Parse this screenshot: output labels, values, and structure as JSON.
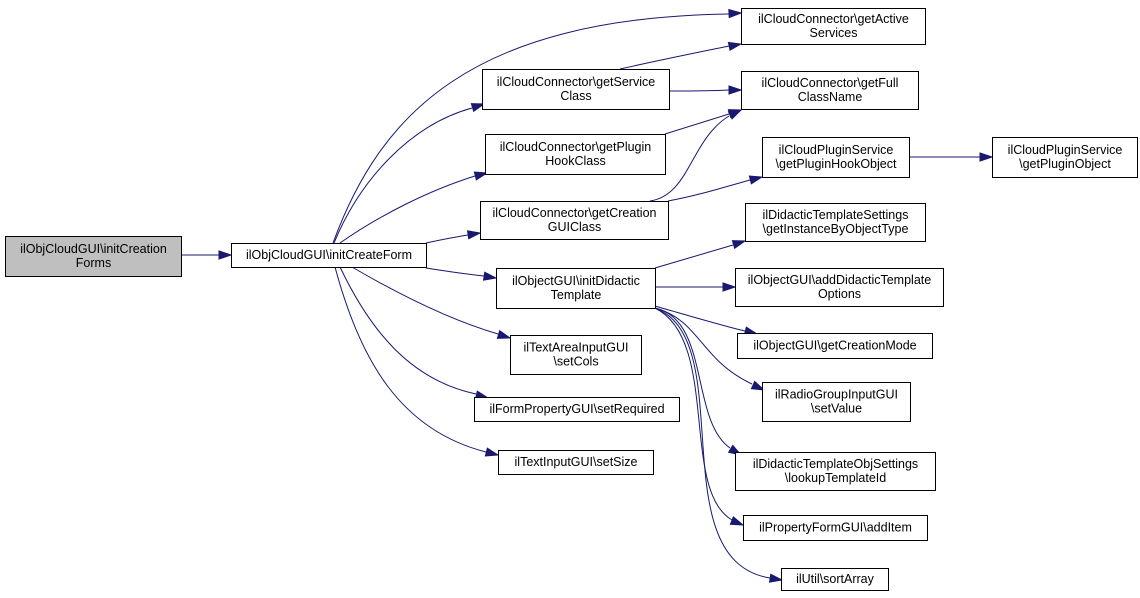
{
  "graph": {
    "colors": {
      "edge": "#191970",
      "root_fill": "#bfbfbf",
      "node_fill": "#ffffff",
      "node_stroke": "#000000"
    },
    "nodes": [
      {
        "id": "n0",
        "lines": [
          "ilObjCloudGUI\\initCreation",
          "Forms"
        ],
        "root": true
      },
      {
        "id": "n1",
        "lines": [
          "ilObjCloudGUI\\initCreateForm"
        ]
      },
      {
        "id": "n2",
        "lines": [
          "ilCloudConnector\\getActive",
          "Services"
        ]
      },
      {
        "id": "n3",
        "lines": [
          "ilCloudConnector\\getService",
          "Class"
        ]
      },
      {
        "id": "n4",
        "lines": [
          "ilCloudConnector\\getFull",
          "ClassName"
        ]
      },
      {
        "id": "n5",
        "lines": [
          "ilCloudConnector\\getPlugin",
          "HookClass"
        ]
      },
      {
        "id": "n6",
        "lines": [
          "ilCloudPluginService",
          "\\getPluginHookObject"
        ]
      },
      {
        "id": "n7",
        "lines": [
          "ilCloudPluginService",
          "\\getPluginObject"
        ]
      },
      {
        "id": "n8",
        "lines": [
          "ilCloudConnector\\getCreation",
          "GUIClass"
        ]
      },
      {
        "id": "n9",
        "lines": [
          "ilDidacticTemplateSettings",
          "\\getInstanceByObjectType"
        ]
      },
      {
        "id": "n10",
        "lines": [
          "ilObjectGUI\\initDidactic",
          "Template"
        ]
      },
      {
        "id": "n11",
        "lines": [
          "ilObjectGUI\\addDidacticTemplate",
          "Options"
        ]
      },
      {
        "id": "n12",
        "lines": [
          "ilTextAreaInputGUI",
          "\\setCols"
        ]
      },
      {
        "id": "n13",
        "lines": [
          "ilObjectGUI\\getCreationMode"
        ]
      },
      {
        "id": "n14",
        "lines": [
          "ilFormPropertyGUI\\setRequired"
        ]
      },
      {
        "id": "n15",
        "lines": [
          "ilRadioGroupInputGUI",
          "\\setValue"
        ]
      },
      {
        "id": "n16",
        "lines": [
          "ilTextInputGUI\\setSize"
        ]
      },
      {
        "id": "n17",
        "lines": [
          "ilDidacticTemplateObjSettings",
          "\\lookupTemplateId"
        ]
      },
      {
        "id": "n18",
        "lines": [
          "ilPropertyFormGUI\\addItem"
        ]
      },
      {
        "id": "n19",
        "lines": [
          "ilUtil\\sortArray"
        ]
      }
    ],
    "edges": [
      [
        "n0",
        "n1"
      ],
      [
        "n1",
        "n2"
      ],
      [
        "n1",
        "n3"
      ],
      [
        "n1",
        "n5"
      ],
      [
        "n1",
        "n8"
      ],
      [
        "n1",
        "n10"
      ],
      [
        "n1",
        "n12"
      ],
      [
        "n1",
        "n14"
      ],
      [
        "n1",
        "n16"
      ],
      [
        "n3",
        "n2"
      ],
      [
        "n3",
        "n4"
      ],
      [
        "n5",
        "n4"
      ],
      [
        "n8",
        "n4"
      ],
      [
        "n8",
        "n6"
      ],
      [
        "n6",
        "n7"
      ],
      [
        "n10",
        "n9"
      ],
      [
        "n10",
        "n11"
      ],
      [
        "n10",
        "n13"
      ],
      [
        "n10",
        "n15"
      ],
      [
        "n10",
        "n17"
      ],
      [
        "n10",
        "n18"
      ],
      [
        "n10",
        "n19"
      ]
    ]
  }
}
